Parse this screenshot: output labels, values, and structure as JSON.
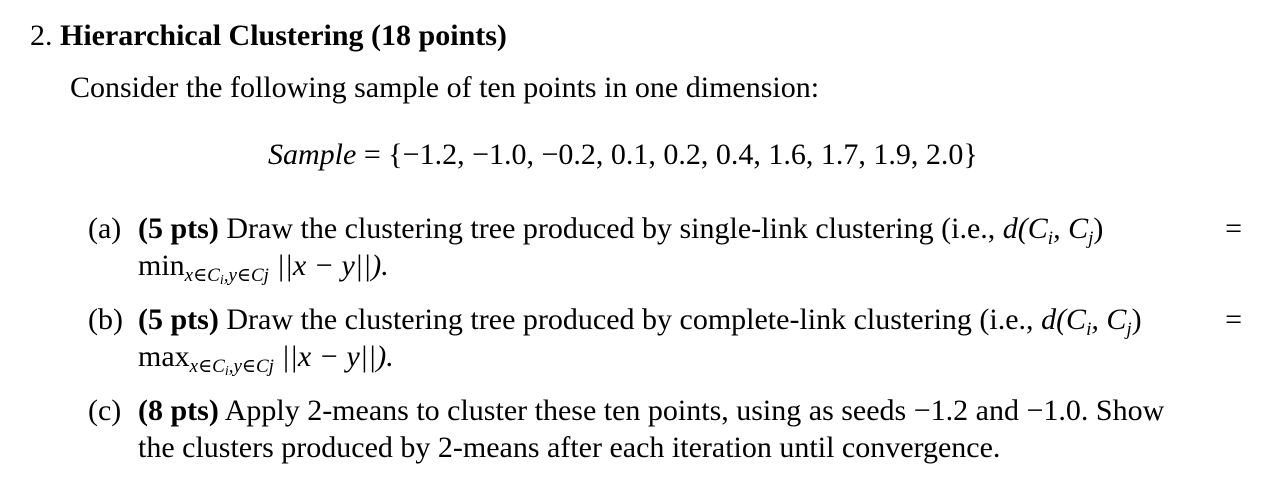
{
  "problem": {
    "number": "2.",
    "title": "Hierarchical Clustering (18 points)",
    "intro": "Consider the following sample of ten points in one dimension:",
    "sample": {
      "name": "Sample",
      "equals": "=",
      "set": "{−1.2, −1.0, −0.2, 0.1, 0.2, 0.4, 1.6, 1.7, 1.9, 2.0}"
    }
  },
  "parts": {
    "a": {
      "marker": "(a)",
      "points": "(5 pts)",
      "text": " Draw the clustering tree produced by single-link clustering (i.e., ",
      "lhs": "d(C",
      "lhs_i": "i",
      "lhs_mid": ", C",
      "lhs_j": "j",
      "lhs_end": ")",
      "eq": "=",
      "op": "min",
      "op_sub": "x∈C",
      "op_sub_i": "i",
      "op_sub_rest": ",y∈Cj",
      "tail": " ||x − y||)."
    },
    "b": {
      "marker": "(b)",
      "points": "(5 pts)",
      "text": " Draw the clustering tree produced by complete-link clustering (i.e., ",
      "lhs": "d(C",
      "lhs_i": "i",
      "lhs_mid": ", C",
      "lhs_j": "j",
      "lhs_end": ")",
      "eq": "=",
      "op": "max",
      "op_sub": "x∈C",
      "op_sub_i": "i",
      "op_sub_rest": ",y∈Cj",
      "tail": " ||x − y||)."
    },
    "c": {
      "marker": "(c)",
      "points": "(8 pts)",
      "line1": " Apply 2-means to cluster these ten points, using as seeds −1.2 and −1.0. Show",
      "line2": "the clusters produced by 2-means after each iteration until convergence."
    }
  }
}
